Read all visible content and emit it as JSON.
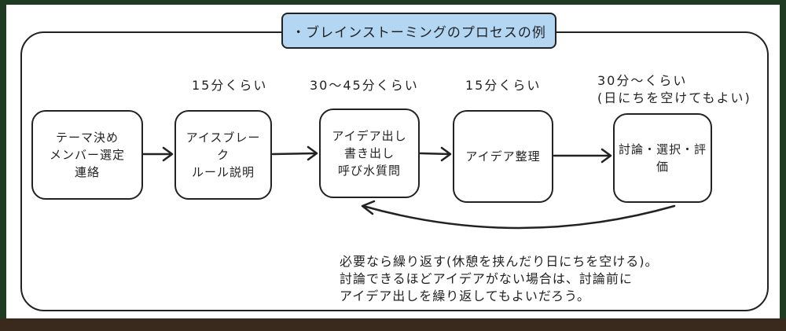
{
  "title": "・ブレインストーミングのプロセスの例",
  "steps": [
    {
      "label": "テーマ決め\nメンバー選定\n連絡"
    },
    {
      "label": "アイスブレー\nク\nルール説明",
      "duration": "15分くらい"
    },
    {
      "label": "アイデア出し\n書き出し\n呼び水質問",
      "duration": "30～45分くらい"
    },
    {
      "label": "アイデア整理",
      "duration": "15分くらい"
    },
    {
      "label": "討論・選択・評\n価",
      "duration": "30分～くらい\n(日にちを空けてもよい)"
    }
  ],
  "note": [
    "必要なら繰り返す(休憩を挟んだり日にちを空ける)。",
    "討論できるほどアイデアがない場合は、討論前に",
    "アイデア出しを繰り返してもよいだろう。"
  ]
}
